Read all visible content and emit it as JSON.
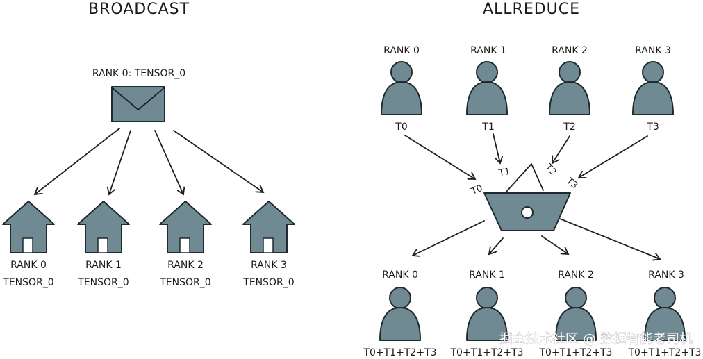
{
  "broadcast": {
    "title": "BROADCAST",
    "source_label": "RANK 0: TENSOR_0",
    "receivers": [
      {
        "rank": "RANK 0",
        "tensor": "TENSOR_0"
      },
      {
        "rank": "RANK 1",
        "tensor": "TENSOR_0"
      },
      {
        "rank": "RANK 2",
        "tensor": "TENSOR_0"
      },
      {
        "rank": "RANK 3",
        "tensor": "TENSOR_0"
      }
    ]
  },
  "allreduce": {
    "title": "ALLREDUCE",
    "inputs": [
      {
        "rank": "RANK 0",
        "tensor": "T0",
        "edge_label": "T0"
      },
      {
        "rank": "RANK 1",
        "tensor": "T1",
        "edge_label": "T1"
      },
      {
        "rank": "RANK 2",
        "tensor": "T2",
        "edge_label": "T2"
      },
      {
        "rank": "RANK 3",
        "tensor": "T3",
        "edge_label": "T3"
      }
    ],
    "outputs": [
      {
        "rank": "RANK 0",
        "result": "T0+T1+T2+T3"
      },
      {
        "rank": "RANK 1",
        "result": "T0+T1+T2+T3"
      },
      {
        "rank": "RANK 2",
        "result": "T0+T1+T2+T3"
      },
      {
        "rank": "RANK 3",
        "result": "T0+T1+T2+T3"
      }
    ]
  },
  "watermark": "掘金技术社区 @ 数据智能老司机",
  "colors": {
    "shape_fill": "#6f8a93",
    "outline": "#1f2a2e",
    "background": "#ffffff"
  }
}
